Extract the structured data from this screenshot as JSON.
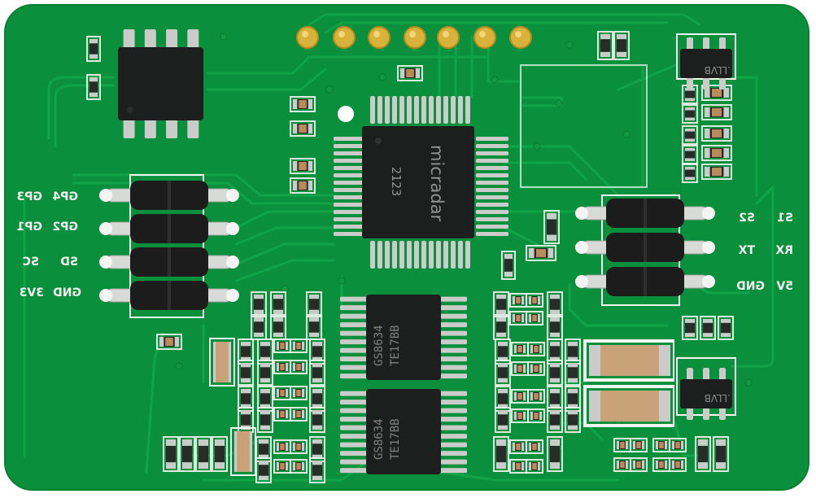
{
  "board": {
    "colors": {
      "pcb": "#0a8f3c",
      "pcb_dark": "#07722f",
      "trace": "#0fa045",
      "silk": "#f2f5f0",
      "chip": "#1d1f1e",
      "pin": "#c9ccc8",
      "gold": "#d9b23a",
      "cap": "#c9a27a"
    },
    "mcu": {
      "logo": "micradar",
      "part": "2123"
    },
    "driver_top": {
      "line1": "GS8634",
      "line2": "TE17BB"
    },
    "driver_bottom": {
      "line1": "GS8634",
      "line2": "TE17BB"
    },
    "regulator_top": {
      "mark": ".LLVB"
    },
    "regulator_bottom": {
      "mark": ".LLVB"
    },
    "header_left": {
      "rows": [
        {
          "a": "GP4",
          "b": "GP3"
        },
        {
          "a": "GP2",
          "b": "GP1"
        },
        {
          "a": "SD",
          "b": "SC"
        },
        {
          "a": "GND",
          "b": "3V3"
        }
      ]
    },
    "header_right": {
      "rows": [
        {
          "a": "S1",
          "b": "S2"
        },
        {
          "a": "RX",
          "b": "TX"
        },
        {
          "a": "5V",
          "b": "GND"
        }
      ]
    }
  }
}
